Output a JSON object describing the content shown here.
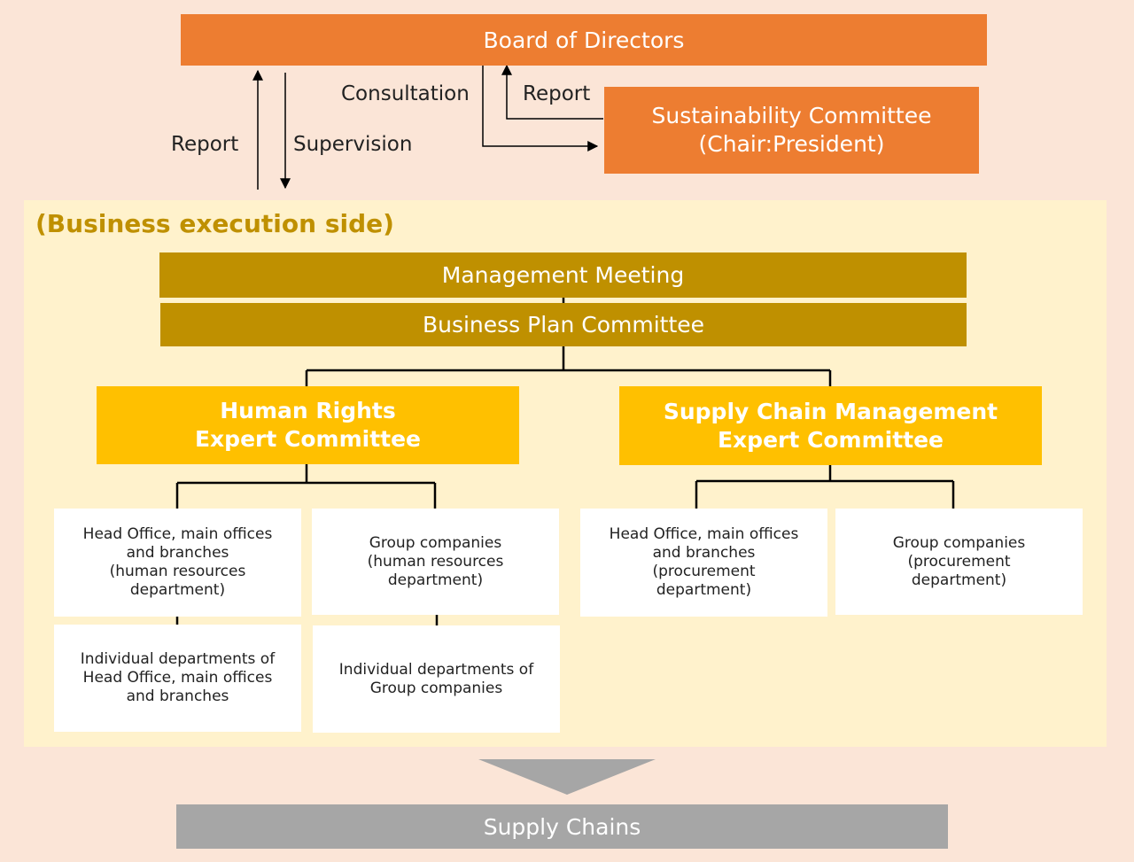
{
  "board": {
    "label": "Board of Directors"
  },
  "sustainability": {
    "label": "Sustainability Committee\n(Chair:President)"
  },
  "arrows": {
    "consultation": "Consultation",
    "report_top": "Report",
    "report_left": "Report",
    "supervision": "Supervision"
  },
  "execution": {
    "title": "(Business execution side)",
    "management_meeting": "Management Meeting",
    "business_plan": "Business Plan Committee",
    "human_rights": {
      "label": "Human Rights\nExpert Committee",
      "head_office": "Head Office, main offices\nand branches\n(human resources\ndepartment)",
      "group": "Group companies\n(human resources\ndepartment)",
      "individual_head": "Individual departments of\nHead Office, main offices\nand branches",
      "individual_group": "Individual departments of\nGroup companies"
    },
    "supply_chain": {
      "label": "Supply Chain Management\nExpert Committee",
      "head_office": "Head Office, main offices\nand branches\n(procurement\ndepartment)",
      "group": "Group companies\n(procurement\ndepartment)"
    }
  },
  "supply_chains": {
    "label": "Supply Chains"
  },
  "colors": {
    "background": "#fbe5d7",
    "board": "#ed7d31",
    "execution_panel": "#fff2cc",
    "management": "#bf9000",
    "expert_committee": "#ffc000",
    "supply_chains": "#a6a6a6"
  }
}
